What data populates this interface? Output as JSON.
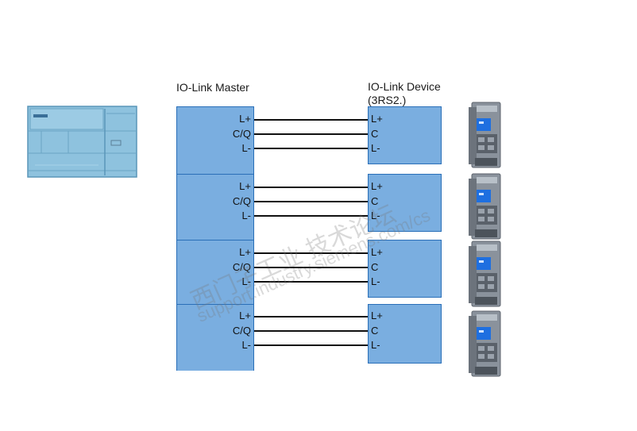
{
  "master_title": "IO-Link Master",
  "device_title_line1": "IO-Link Device",
  "device_title_line2": "(3RS2.)",
  "master_pins": [
    "L+",
    "C/Q",
    "L-"
  ],
  "device_pins": [
    "L+",
    "C",
    "L-"
  ],
  "channel_count": 4,
  "watermark": "西门子工业  技术论坛",
  "watermark_url": "support.industry.siemens.com/cs",
  "colors": {
    "box_fill": "#7aaee0",
    "box_border": "#2a6fb8",
    "wire": "#111111"
  }
}
